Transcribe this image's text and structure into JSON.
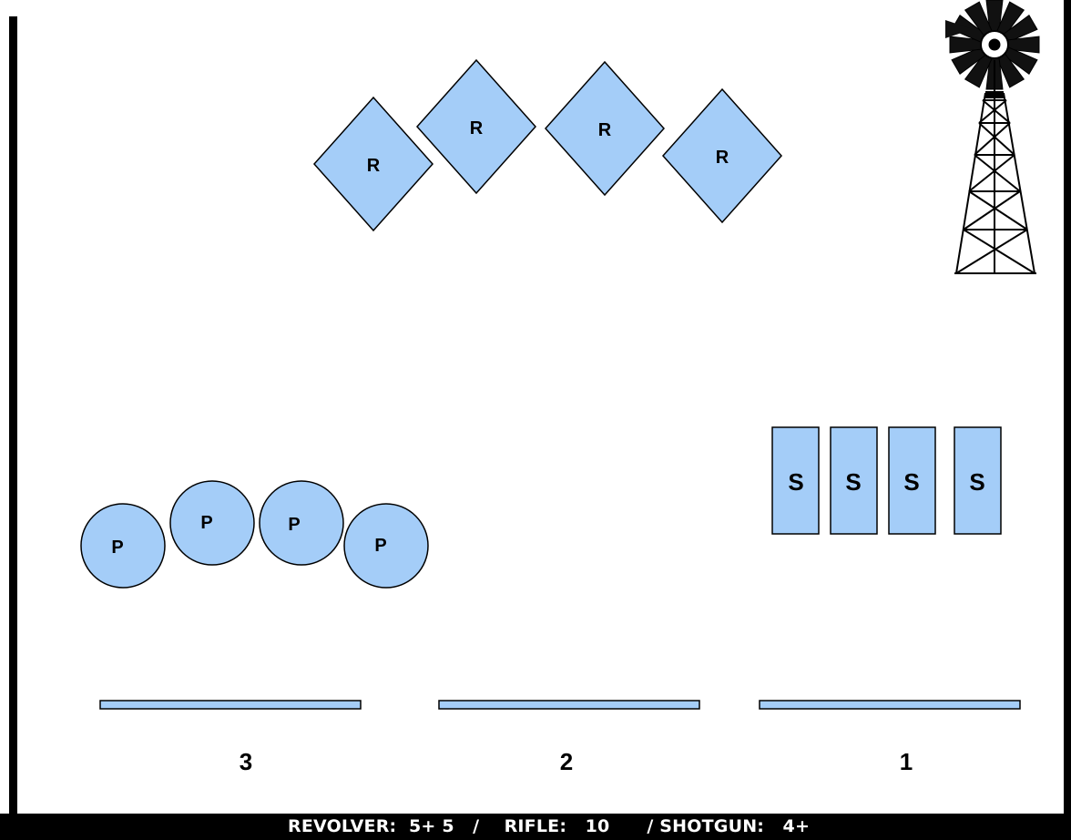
{
  "stage_title": "",
  "targets": {
    "rifle": {
      "label": "R",
      "items": [
        {
          "label": "R"
        },
        {
          "label": "R"
        },
        {
          "label": "R"
        },
        {
          "label": "R"
        }
      ]
    },
    "pistol": {
      "label": "P",
      "items": [
        {
          "label": "P"
        },
        {
          "label": "P"
        },
        {
          "label": "P"
        },
        {
          "label": "P"
        }
      ]
    },
    "shotgun": {
      "label": "S",
      "items": [
        {
          "label": "S"
        },
        {
          "label": "S"
        },
        {
          "label": "S"
        },
        {
          "label": "S"
        }
      ]
    }
  },
  "shooting_positions": [
    {
      "label": "3"
    },
    {
      "label": "2"
    },
    {
      "label": "1"
    }
  ],
  "footer": {
    "text": "REVOLVER:  5+ 5   /    RIFLE:   10      / SHOTGUN:   4+"
  },
  "colors": {
    "target_fill": "#a4cdf8",
    "outline": "#000000",
    "footer_bg": "#000000",
    "footer_text": "#ffffff"
  },
  "icons": {
    "windmill": "windmill-icon"
  }
}
